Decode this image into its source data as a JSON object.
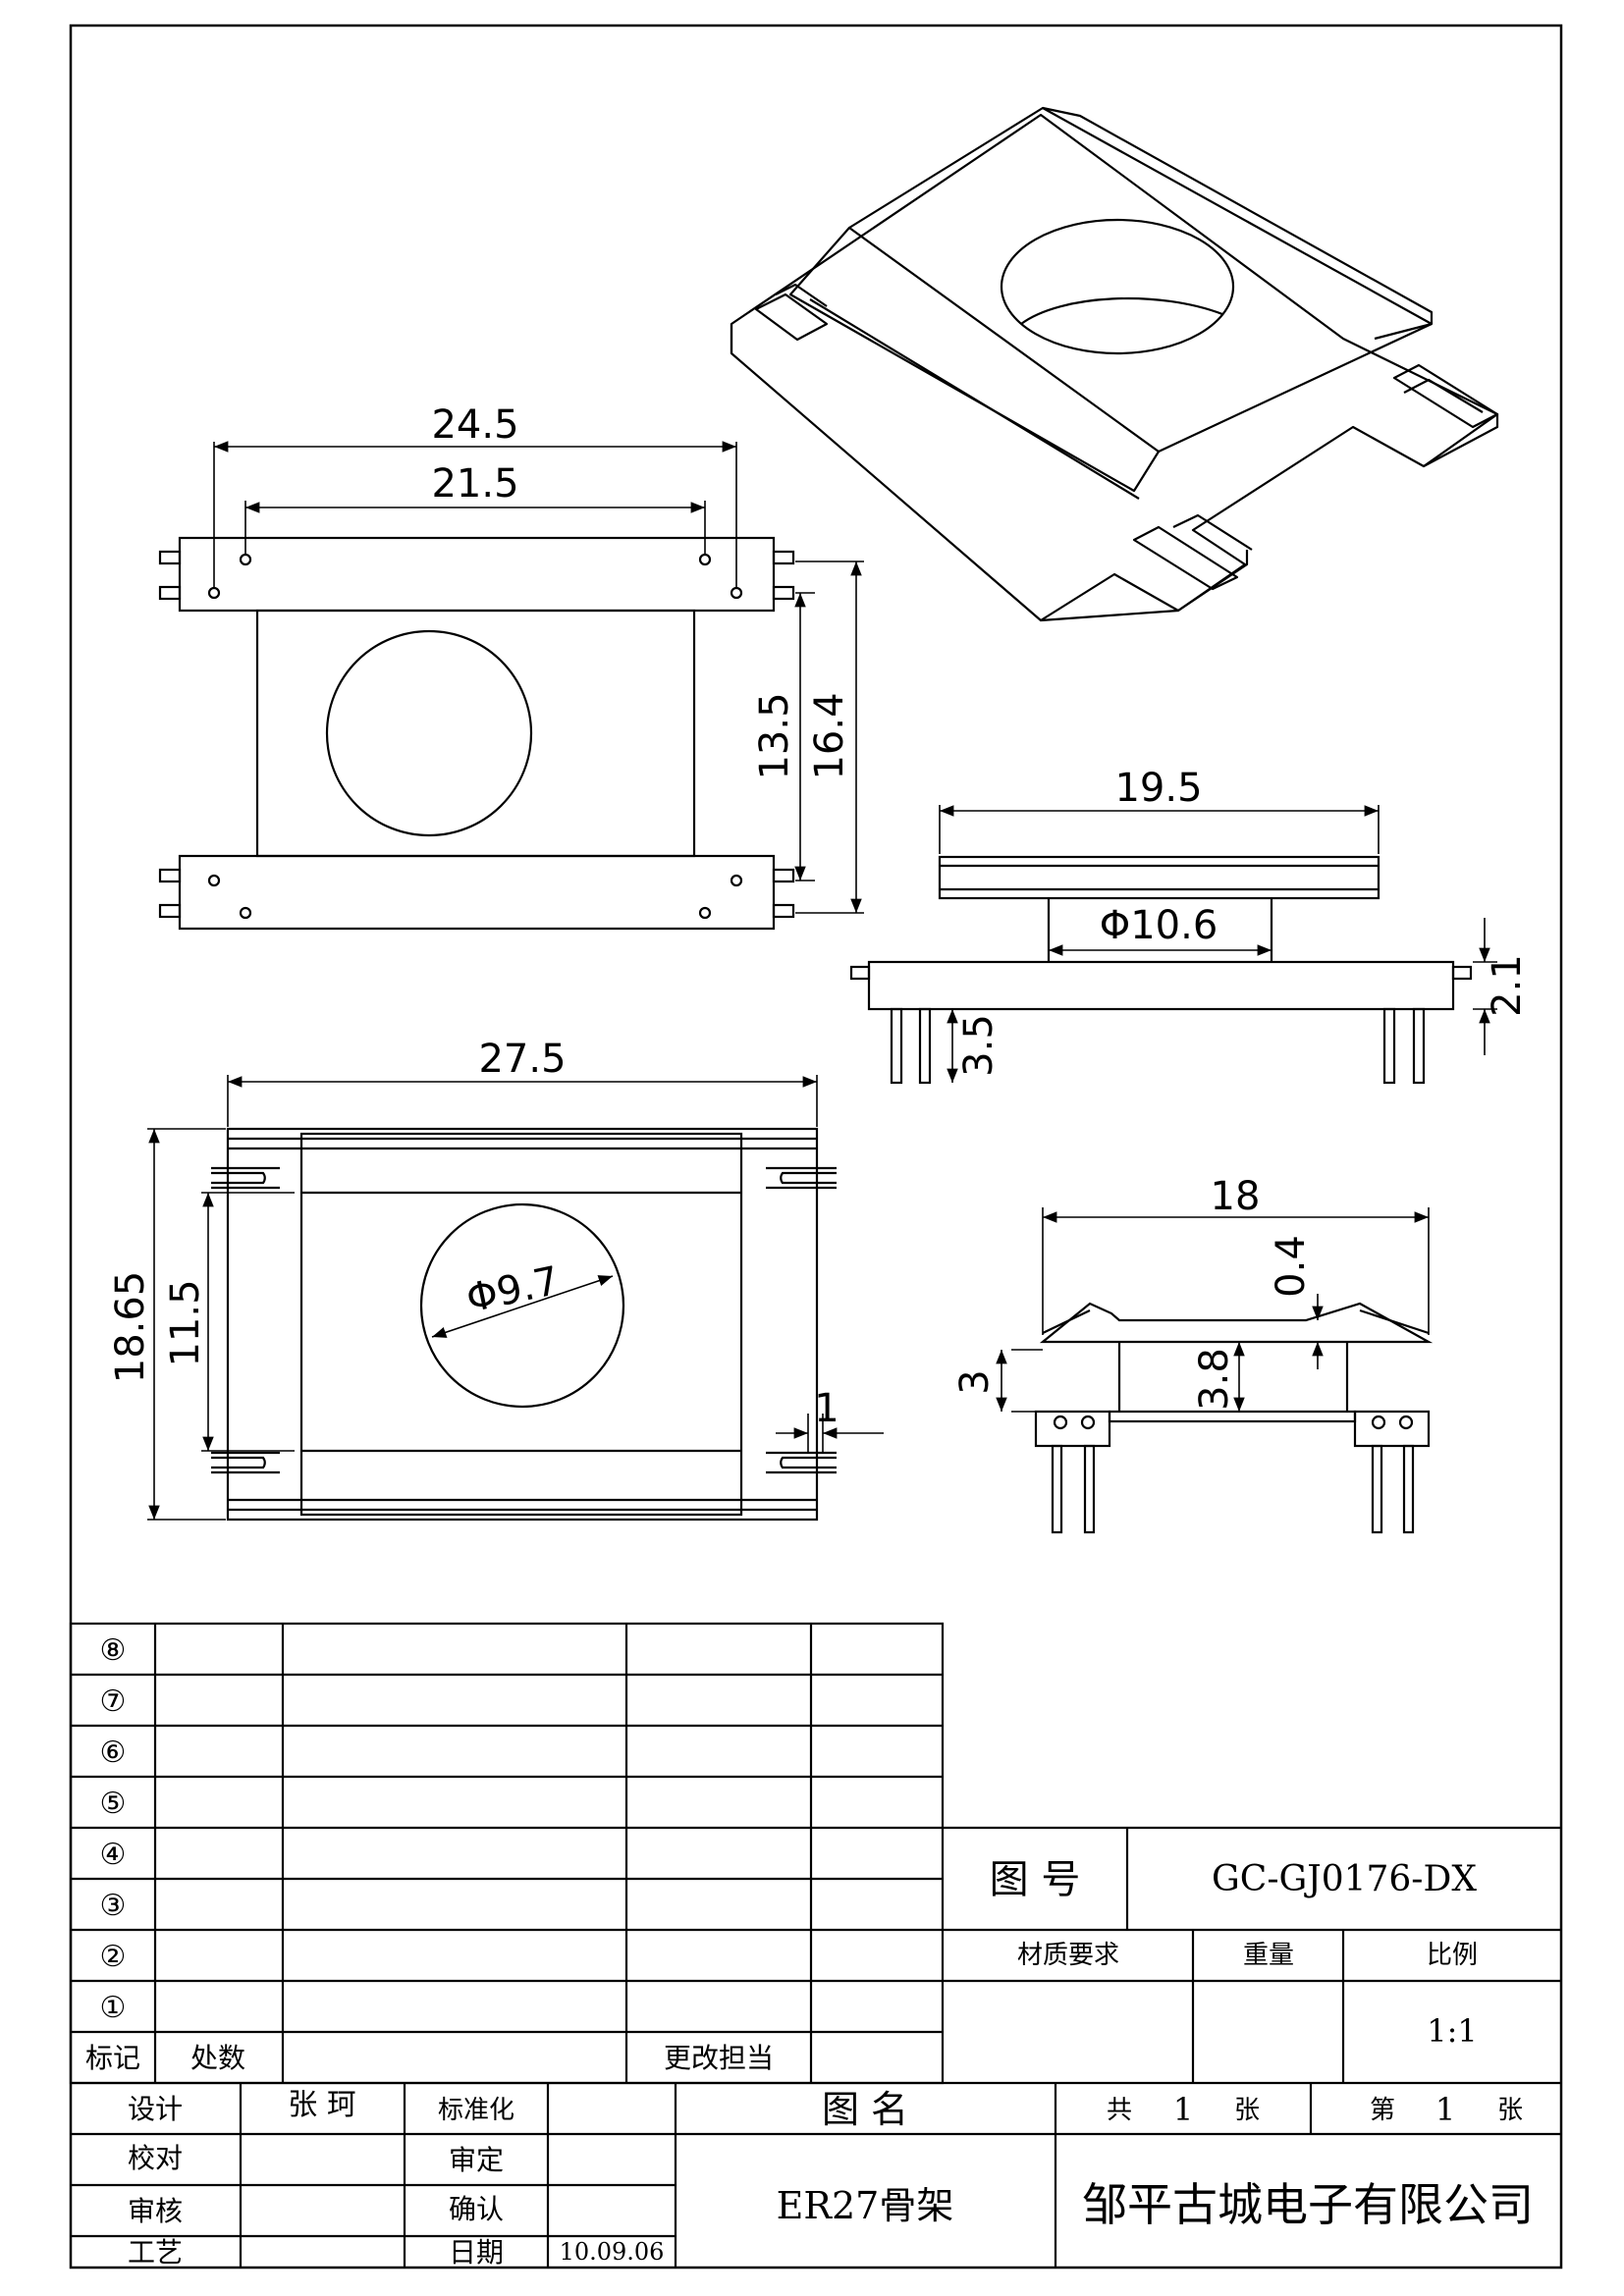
{
  "dimensions": {
    "top_outer_width": "24.5",
    "top_inner_width": "21.5",
    "top_inner_height": "13.5",
    "top_outer_height": "16.4",
    "side_width": "19.5",
    "side_bore": "Φ10.6",
    "side_flange": "2.1",
    "side_pin": "3.5",
    "bottom_width": "27.5",
    "bottom_height": "18.65",
    "bottom_inner_height": "11.5",
    "bottom_bore": "Φ9.7",
    "bottom_slot": "1",
    "front_width": "18",
    "front_lip": "0.4",
    "front_height": "3",
    "front_core": "3.8"
  },
  "revision_table": {
    "rows": [
      "⑧",
      "⑦",
      "⑥",
      "⑤",
      "④",
      "③",
      "②",
      "①"
    ],
    "footer": {
      "mark": "标记",
      "place": "处数",
      "change": "更改担当"
    }
  },
  "title_block": {
    "drawing_no_label": "图 号",
    "drawing_no": "GC-GJ0176-DX",
    "material_label": "材质要求",
    "weight_label": "重量",
    "scale_label": "比例",
    "scale": "1:1",
    "design_label": "设计",
    "designer": "张 珂",
    "standard_label": "标准化",
    "check_label": "校对",
    "approve_label": "审定",
    "review_label": "审核",
    "confirm_label": "确认",
    "process_label": "工艺",
    "date_label": "日期",
    "date": "10.09.06",
    "name_label": "图 名",
    "part_name": "ER27骨架",
    "total_label": "共",
    "total": "1",
    "sheet_unit_1": "张",
    "sheet_label": "第",
    "sheet": "1",
    "sheet_unit_2": "张",
    "company": "邹平古城电子有限公司"
  }
}
